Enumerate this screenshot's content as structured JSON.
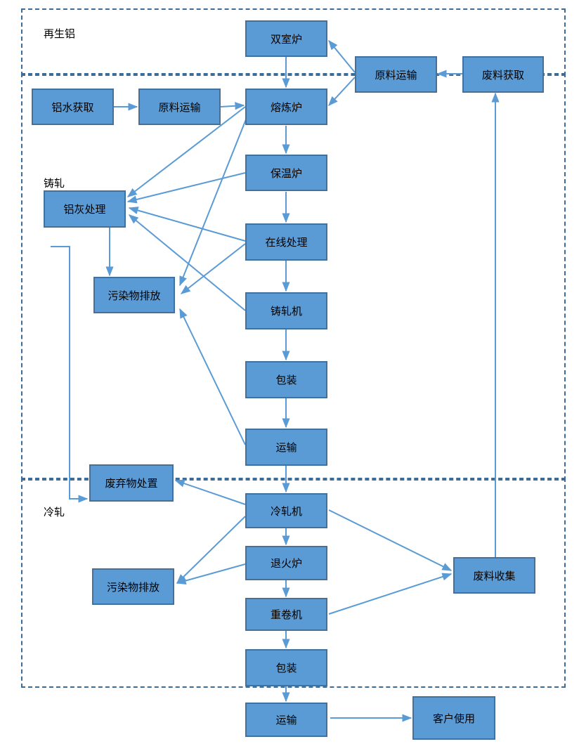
{
  "regions": {
    "secondary_aluminum": "再生铝",
    "casting_rolling": "铸轧",
    "cold_rolling": "冷轧"
  },
  "nodes": {
    "double_chamber_furnace": "双室炉",
    "raw_transport_top": "原料运输",
    "scrap_acquisition": "废料获取",
    "molten_al_acquisition": "铝水获取",
    "raw_transport_left": "原料运输",
    "melting_furnace": "熔炼炉",
    "holding_furnace": "保温炉",
    "dross_treatment": "铝灰处理",
    "inline_treatment": "在线处理",
    "pollutant_emission_top": "污染物排放",
    "caster": "铸轧机",
    "packaging_top": "包装",
    "transport_mid": "运输",
    "waste_disposal": "废弃物处置",
    "cold_mill": "冷轧机",
    "annealing_furnace": "退火炉",
    "pollutant_emission_bottom": "污染物排放",
    "scrap_collection": "废料收集",
    "rewinder": "重卷机",
    "packaging_bottom": "包装",
    "transport_bottom": "运输",
    "customer_use": "客户使用"
  },
  "colors": {
    "box_fill": "#5b9bd5",
    "box_border": "#41719c",
    "arrow": "#5b9bd5",
    "region_border": "#3d6c99"
  }
}
